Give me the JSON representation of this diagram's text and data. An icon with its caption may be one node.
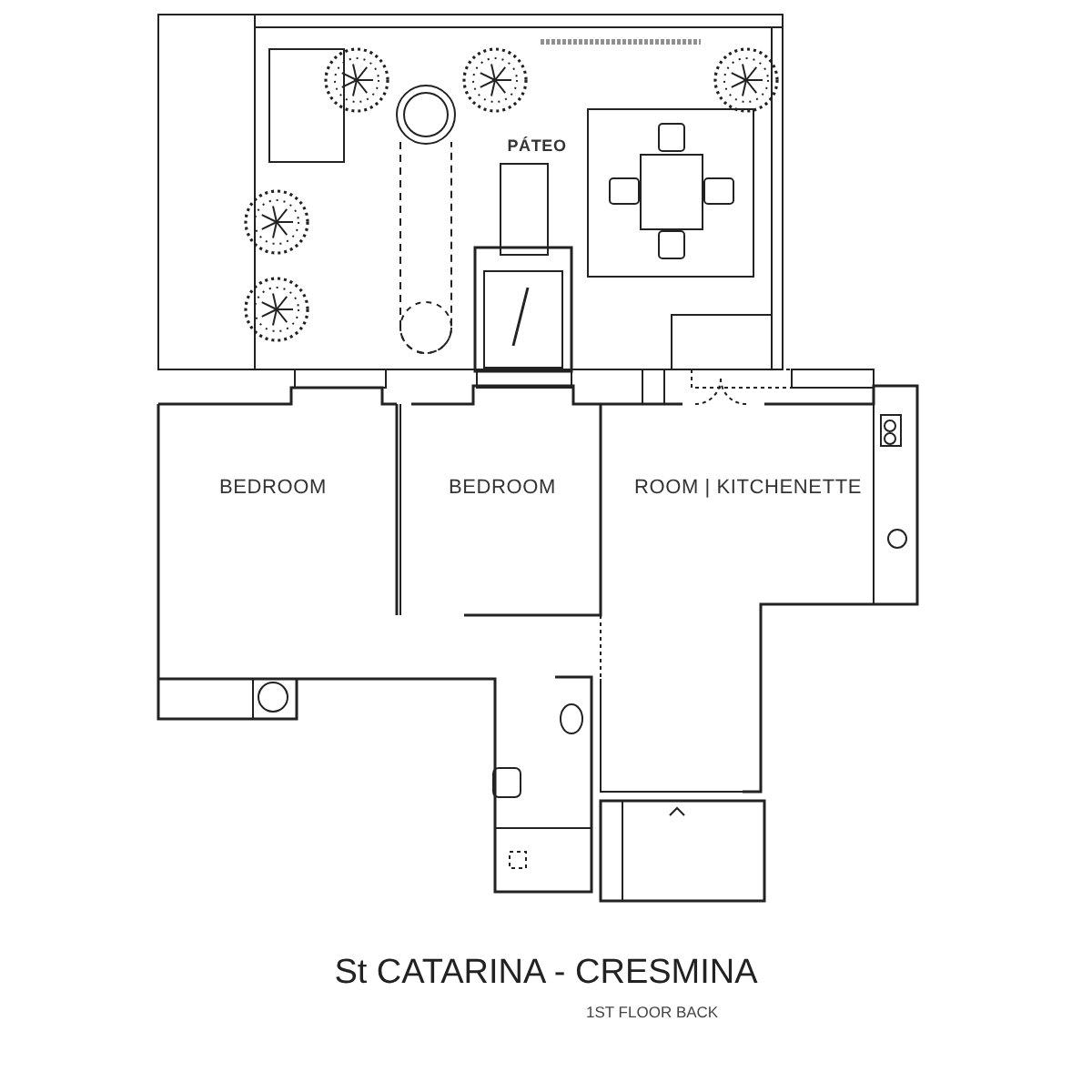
{
  "diagram": {
    "title": "St CATARINA - CRESMINA",
    "caption": "1ST FLOOR BACK",
    "labels": [
      "PÁTEO",
      "BEDROOM",
      "BEDROOM",
      "ROOM | KITCHENETTE"
    ]
  }
}
